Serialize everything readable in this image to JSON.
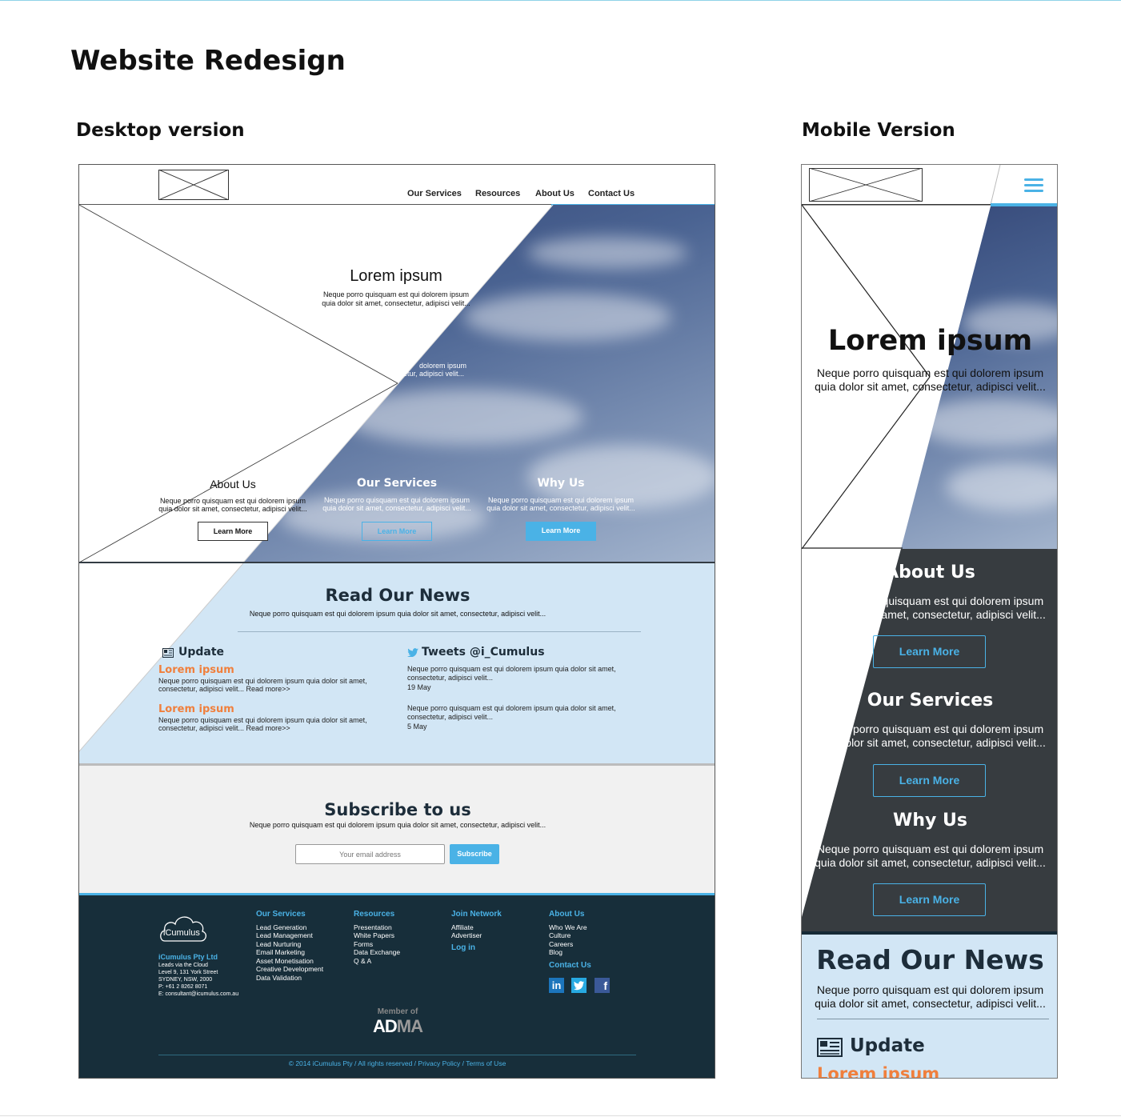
{
  "page": {
    "title": "Website Redesign",
    "desktop_label": "Desktop version",
    "mobile_label": "Mobile Version"
  },
  "colors": {
    "accent": "#4ab2e6",
    "footer_bg": "#172e3a",
    "news_bg": "#d2e6f5",
    "subscribe_bg": "#f1f1f1",
    "dark_section": "#373c40",
    "orange": "#f07f3c"
  },
  "desktop": {
    "nav": [
      "Our Services",
      "Resources",
      "About Us",
      "Contact Us"
    ],
    "hero": {
      "title": "Lorem ipsum",
      "text1": "Neque porro quisquam est qui dolorem ipsum",
      "text2": "quia dolor sit amet, consectetur, adipisci velit...",
      "title2_fragment": "um",
      "text3": "dolorem ipsum",
      "text4": "etur, adipisci velit..."
    },
    "columns": [
      {
        "title": "About Us",
        "text1": "Neque porro quisquam est qui dolorem ipsum",
        "text2": "quia dolor sit amet, consectetur, adipisci velit...",
        "button": "Learn More"
      },
      {
        "title": "Our Services",
        "text1": "Neque porro quisquam est qui dolorem ipsum",
        "text2": "quia dolor sit amet, consectetur, adipisci velit...",
        "button": "Learn More"
      },
      {
        "title": "Why Us",
        "text1": "Neque porro quisquam est qui dolorem ipsum",
        "text2": "quia dolor sit amet, consectetur, adipisci velit...",
        "button": "Learn More"
      }
    ],
    "news": {
      "title": "Read Our News",
      "subtitle": "Neque porro quisquam est qui dolorem ipsum quia dolor sit amet, consectetur, adipisci velit...",
      "update_heading": "Update",
      "tweets_heading": "Tweets @i_Cumulus",
      "updates": [
        {
          "title": "Lorem ipsum",
          "line1": "Neque porro quisquam est qui dolorem ipsum quia dolor sit amet,",
          "line2": "consectetur, adipisci velit... Read more>>"
        },
        {
          "title": "Lorem ipsum",
          "line1": "Neque porro quisquam est qui dolorem ipsum quia dolor sit amet,",
          "line2": "consectetur, adipisci velit... Read more>>"
        }
      ],
      "tweets": [
        {
          "line1": "Neque porro quisquam est qui dolorem ipsum quia dolor sit amet,",
          "line2": "consectetur, adipisci velit...",
          "date": "19 May"
        },
        {
          "line1": "Neque porro quisquam est qui dolorem ipsum quia dolor sit amet,",
          "line2": "consectetur, adipisci velit...",
          "date": "5 May"
        }
      ]
    },
    "subscribe": {
      "title": "Subscribe to us",
      "subtitle": "Neque porro quisquam est qui dolorem ipsum quia dolor sit amet, consectetur, adipisci velit...",
      "placeholder": "Your email address",
      "button": "Subscribe"
    },
    "footer": {
      "logo_text": "iCumulus",
      "company": "iCumulus Pty Ltd",
      "address": [
        "Leads via the Cloud",
        "Level 9, 131 York Street",
        "SYDNEY, NSW, 2000",
        "P: +61 2 8262 8071",
        "E: consultant@icumulus.com.au"
      ],
      "columns": [
        {
          "heading": "Our Services",
          "items": [
            "Lead Generation",
            "Lead Management",
            "Lead Nurturing",
            "Email Marketing",
            "Asset Monetisation",
            "Creative Development",
            "Data Validation"
          ]
        },
        {
          "heading": "Resources",
          "items": [
            "Presentation",
            "White Papers",
            "Forms",
            "Data Exchange",
            "Q & A"
          ]
        },
        {
          "heading": "Join Network",
          "items": [
            "Affiliate",
            "Advertiser"
          ],
          "extra": "Log in"
        },
        {
          "heading": "About Us",
          "items": [
            "Who We Are",
            "Culture",
            "Careers",
            "Blog"
          ],
          "extra": "Contact Us"
        }
      ],
      "member_of": "Member of",
      "adma": {
        "ad": "AD",
        "ma": "MA"
      },
      "copyright": "© 2014 iCumulus Pty / All rights reserved / Privacy Policy / Terms of Use"
    }
  },
  "mobile": {
    "hero_title": "Lorem ipsum",
    "hero_text1": "Neque porro quisquam est qui dolorem ipsum",
    "hero_text2": "quia dolor sit amet, consectetur, adipisci velit...",
    "sections": [
      {
        "title": "About Us",
        "text1": "Neque porro quisquam est qui dolorem ipsum",
        "text2": "quia dolor sit amet, consectetur, adipisci velit...",
        "button": "Learn More"
      },
      {
        "title": "Our Services",
        "text1": "Neque porro quisquam est qui dolorem ipsum",
        "text2": "quia dolor sit amet, consectetur, adipisci velit...",
        "button": "Learn More"
      },
      {
        "title": "Why Us",
        "text1": "Neque porro quisquam est qui dolorem ipsum",
        "text2": "quia dolor sit amet, consectetur, adipisci velit...",
        "button": "Learn More"
      }
    ],
    "news_title": "Read Our News",
    "news_text1": "Neque porro quisquam est qui dolorem ipsum",
    "news_text2": "quia dolor sit amet, consectetur, adipisci velit...",
    "update_heading": "Update",
    "update_item": "Lorem ipsum"
  }
}
